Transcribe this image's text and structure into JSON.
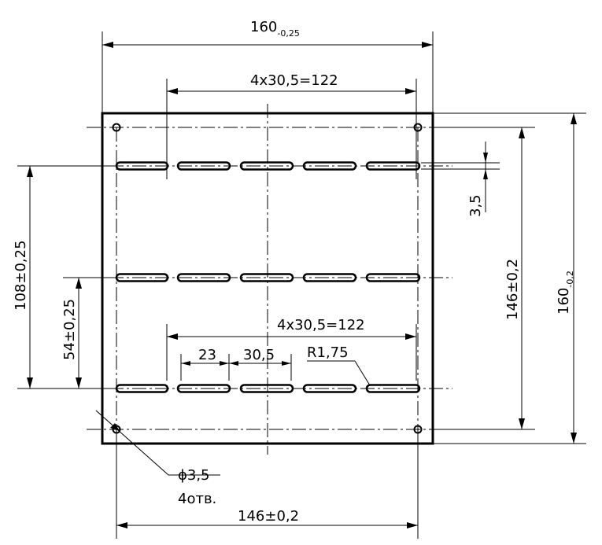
{
  "dimensions": {
    "overall_width": {
      "value": "160",
      "tolerance": "-0,25"
    },
    "top_pitch": "4x30,5=122",
    "inner_pitch": "4x30,5=122",
    "slot_length": "23",
    "slot_step": "30,5",
    "slot_radius": "R1,75",
    "slot_width": "3,5",
    "row_span": "108±0,25",
    "row_half": "54±0,25",
    "hole_span_v": "146±0,2",
    "overall_height": {
      "value": "160",
      "tolerance": "-0,2"
    },
    "hole_diameter": "ϕ3,5",
    "hole_count": "4отв.",
    "hole_span_h": "146±0,2"
  }
}
